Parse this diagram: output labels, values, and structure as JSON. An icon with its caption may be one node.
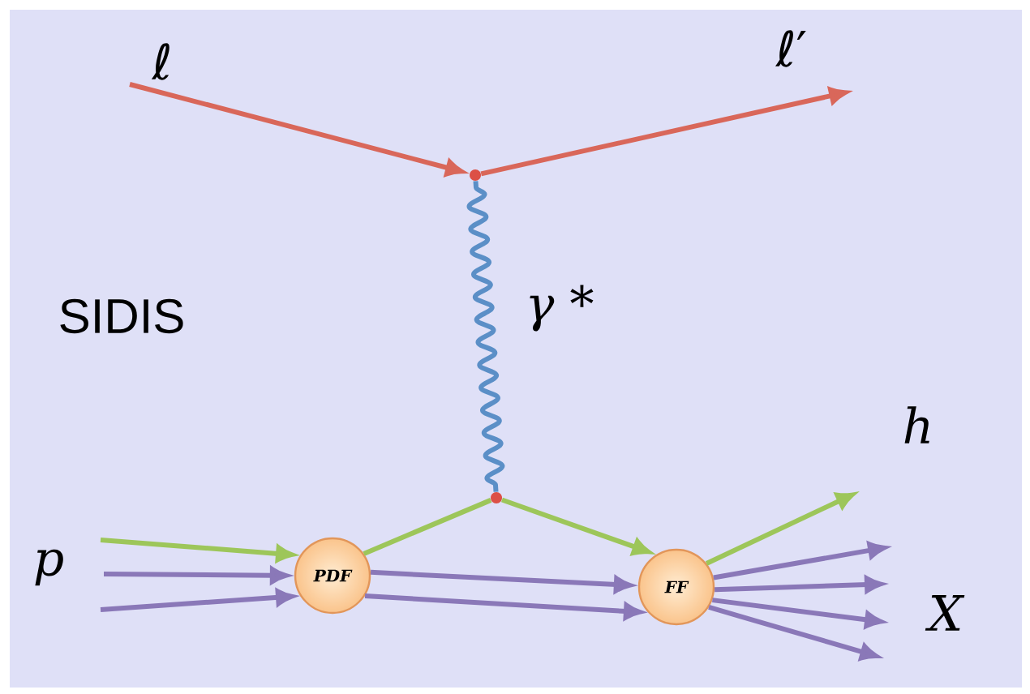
{
  "diagram": {
    "nodes": [
      {
        "text": [],
        "shape": "circle"
      },
      {
        "text": [],
        "shape": "circle"
      },
      {
        "text": [
          "PDF"
        ]
      },
      {
        "text": [
          "FF"
        ]
      }
    ],
    "edges": [
      {
        "from": null,
        "to": 0,
        "arrow": "to",
        "color": "#d9675a"
      },
      {
        "from": 0,
        "to": null,
        "arrow": "to",
        "color": "#d9675a"
      },
      {
        "from": 0,
        "to": 1,
        "arrow": "none",
        "color": "#5b8fc7"
      },
      {
        "from": null,
        "to": 2,
        "arrow": "to",
        "color": "#9dc65a"
      },
      {
        "from": null,
        "to": 2,
        "arrow": "to"
      },
      {
        "from": null,
        "to": 2,
        "arrow": "to"
      },
      {
        "from": 2,
        "to": 1,
        "arrow": "none",
        "color": "#9dc65a"
      },
      {
        "from": 1,
        "to": 3,
        "arrow": "to",
        "color": "#9dc65a"
      },
      {
        "from": 2,
        "to": 3,
        "arrow": "to"
      },
      {
        "from": 2,
        "to": 3,
        "arrow": "to"
      },
      {
        "from": 3,
        "to": null,
        "arrow": "to",
        "color": "#9dc65a"
      },
      {
        "from": 3,
        "to": null,
        "arrow": "to"
      },
      {
        "from": 3,
        "to": null,
        "arrow": "to"
      },
      {
        "from": 3,
        "to": null,
        "arrow": "to"
      },
      {
        "from": 3,
        "to": null,
        "arrow": "to"
      }
    ],
    "labels": [
      "ℓ",
      "ℓ′",
      "SIDIS",
      "γ *",
      "h",
      "p",
      "X"
    ]
  }
}
